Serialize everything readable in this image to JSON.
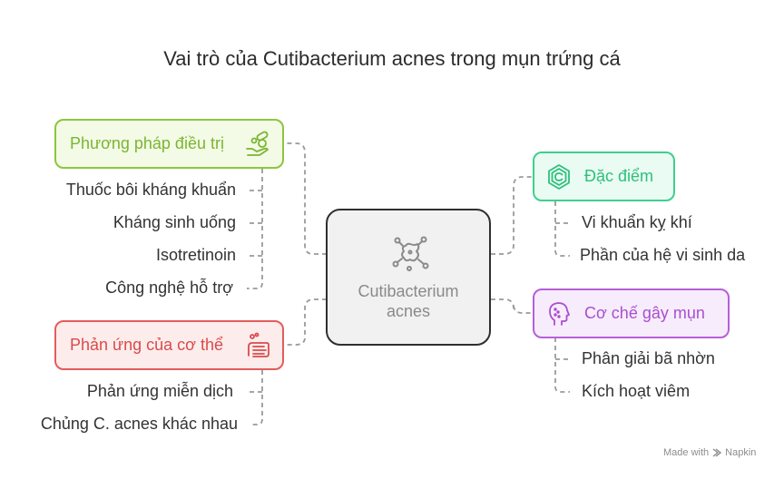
{
  "title": "Vai trò của Cutibacterium acnes trong mụn trứng cá",
  "center": {
    "line1": "Cutibacterium",
    "line2": "acnes",
    "icon": "bacteria-icon"
  },
  "branches": {
    "treatment": {
      "label": "Phương pháp điều trị",
      "icon": "pills-hand-icon",
      "color": "#8cc63f",
      "items": [
        "Thuốc bôi kháng khuẩn",
        "Kháng sinh uống",
        "Isotretinoin",
        "Công nghệ hỗ trợ"
      ]
    },
    "body_response": {
      "label": "Phản ứng của cơ thể",
      "icon": "hands-washing-icon",
      "color": "#e35c5c",
      "items": [
        "Phản ứng miễn dịch",
        "Chủng C. acnes khác nhau"
      ]
    },
    "characteristics": {
      "label": "Đặc điểm",
      "icon": "copyright-hex-icon",
      "color": "#3ecf8e",
      "items": [
        "Vi khuẩn kỵ khí",
        "Phần của hệ vi sinh da"
      ]
    },
    "mechanism": {
      "label": "Cơ chế gây mụn",
      "icon": "head-profile-icon",
      "color": "#b65fd8",
      "items": [
        "Phân giải bã nhờn",
        "Kích hoạt viêm"
      ]
    }
  },
  "watermark": {
    "made_with": "Made with",
    "brand": "Napkin"
  }
}
